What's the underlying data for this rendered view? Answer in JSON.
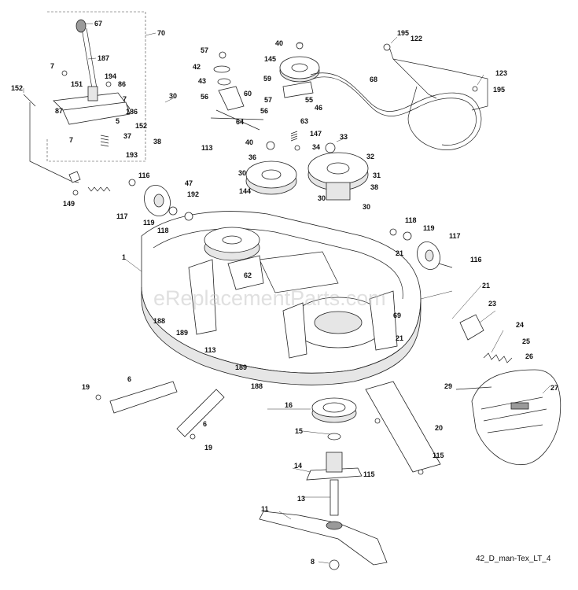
{
  "watermark": "eReplacementParts.com",
  "diagram_code": "42_D_man-Tex_LT_4",
  "part_labels": [
    "67",
    "70",
    "187",
    "7",
    "194",
    "86",
    "151",
    "87",
    "7",
    "186",
    "5",
    "152",
    "37",
    "7",
    "193",
    "152",
    "116",
    "149",
    "117",
    "119",
    "118",
    "57",
    "42",
    "43",
    "56",
    "60",
    "64",
    "30",
    "38",
    "113",
    "30",
    "47",
    "192",
    "144",
    "40",
    "145",
    "59",
    "57",
    "55",
    "46",
    "56",
    "63",
    "147",
    "34",
    "40",
    "36",
    "33",
    "32",
    "31",
    "38",
    "30",
    "30",
    "195",
    "122",
    "68",
    "123",
    "195",
    "118",
    "119",
    "117",
    "21",
    "116",
    "1",
    "62",
    "21",
    "23",
    "69",
    "24",
    "188",
    "189",
    "113",
    "21",
    "25",
    "26",
    "189",
    "188",
    "27",
    "29",
    "16",
    "19",
    "6",
    "6",
    "19",
    "15",
    "14",
    "20",
    "115",
    "115",
    "13",
    "11",
    "8"
  ]
}
